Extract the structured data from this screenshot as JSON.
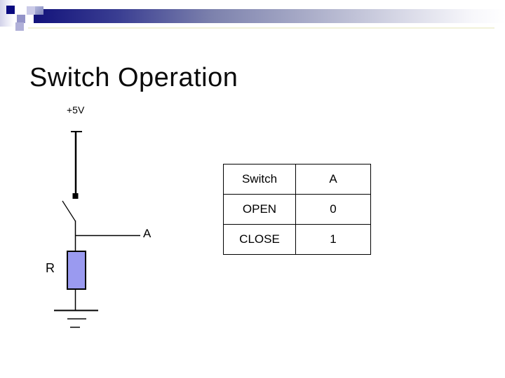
{
  "slide": {
    "title": "Switch Operation"
  },
  "header_decoration": {
    "bar_gradient_start": "#13137b",
    "bar_gradient_end": "#ffffff",
    "accent_line_color": "#f0f0d2",
    "square_colors": {
      "navy": "#0a0a80",
      "light": "#cbcbe8",
      "slate": "#8f95c4",
      "purple": "#9393c8",
      "lavender": "#b0b0d8"
    }
  },
  "circuit": {
    "supply_label": "+5V",
    "node_label": "A",
    "resistor_label": "R",
    "wire_color": "#000000",
    "resistor_fill": "#9a9af0"
  },
  "truth_table": {
    "headers": [
      "Switch",
      "A"
    ],
    "rows": [
      [
        "OPEN",
        "0"
      ],
      [
        "CLOSE",
        "1"
      ]
    ]
  }
}
